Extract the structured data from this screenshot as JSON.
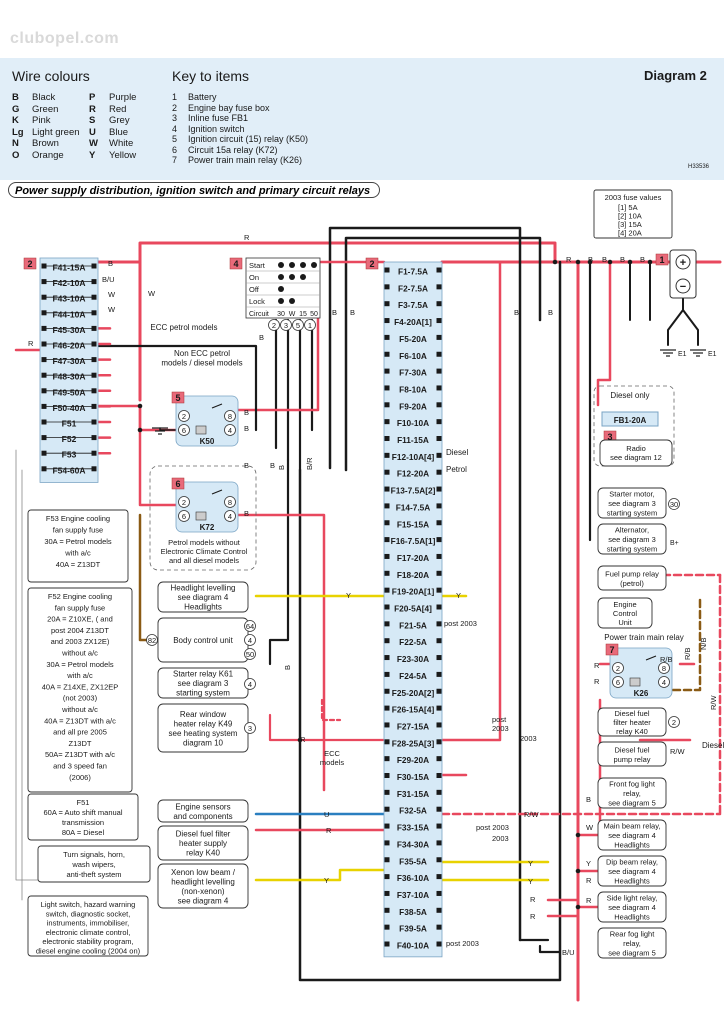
{
  "watermark": "clubopel.com",
  "diagram_number": "Diagram 2",
  "code": "H33536",
  "title": "Power supply distribution, ignition switch and primary circuit relays",
  "wire_colours": {
    "heading": "Wire colours",
    "items": [
      {
        "code": "B",
        "name": "Black"
      },
      {
        "code": "G",
        "name": "Green"
      },
      {
        "code": "K",
        "name": "Pink"
      },
      {
        "code": "Lg",
        "name": "Light green"
      },
      {
        "code": "N",
        "name": "Brown"
      },
      {
        "code": "O",
        "name": "Orange"
      },
      {
        "code": "P",
        "name": "Purple"
      },
      {
        "code": "R",
        "name": "Red"
      },
      {
        "code": "S",
        "name": "Grey"
      },
      {
        "code": "U",
        "name": "Blue"
      },
      {
        "code": "W",
        "name": "White"
      },
      {
        "code": "Y",
        "name": "Yellow"
      }
    ]
  },
  "key_to_items": {
    "heading": "Key to items",
    "items": [
      {
        "n": "1",
        "label": "Battery"
      },
      {
        "n": "2",
        "label": "Engine bay fuse box"
      },
      {
        "n": "3",
        "label": "Inline fuse FB1"
      },
      {
        "n": "4",
        "label": "Ignition switch"
      },
      {
        "n": "5",
        "label": "Ignition circuit (15) relay (K50)"
      },
      {
        "n": "6",
        "label": "Circuit 15a relay (K72)"
      },
      {
        "n": "7",
        "label": "Power train main relay (K26)"
      }
    ]
  },
  "fuse_values": {
    "title": "2003 fuse values",
    "values": [
      "[1] 5A",
      "[2] 10A",
      "[3] 15A",
      "[4] 20A"
    ]
  },
  "left_fuses": [
    "F41-15A",
    "F42-10A",
    "F43-10A",
    "F44-10A",
    "F45-30A",
    "F46-20A",
    "F47-30A",
    "F48-30A",
    "F49-50A",
    "F50-40A",
    "F51",
    "F52",
    "F53",
    "F54-60A"
  ],
  "right_fuses": [
    "F1-7.5A",
    "F2-7.5A",
    "F3-7.5A",
    "F4-20A[1]",
    "F5-20A",
    "F6-10A",
    "F7-30A",
    "F8-10A",
    "F9-20A",
    "F10-10A",
    "F11-15A",
    "F12-10A[4]",
    "F12-20A",
    "F13-7.5A[2]",
    "F14-7.5A",
    "F15-15A",
    "F16-7.5A[1]",
    "F17-20A",
    "F18-20A",
    "F19-20A[1]",
    "F20-5A[4]",
    "F21-5A",
    "F22-5A",
    "F23-30A",
    "F24-5A",
    "F25-20A[2]",
    "F26-15A[4]",
    "F27-15A",
    "F28-25A[3]",
    "F29-20A",
    "F30-15A",
    "F31-15A",
    "F32-5A",
    "F33-15A",
    "F34-30A",
    "F35-5A",
    "F36-10A",
    "F37-10A",
    "F38-5A",
    "F39-5A",
    "F40-10A"
  ],
  "ignition_switch": {
    "rows": [
      "Start",
      "On",
      "Off",
      "Lock"
    ],
    "circuit_label": "Circuit",
    "circuits": [
      "30",
      "W",
      "15",
      "50"
    ],
    "pins": [
      "2",
      "3",
      "5",
      "1"
    ]
  },
  "relays": {
    "k50": {
      "num": "5",
      "name": "K50",
      "pins": [
        "2",
        "8",
        "6",
        "4"
      ]
    },
    "k72": {
      "num": "6",
      "name": "K72",
      "pins": [
        "2",
        "8",
        "6",
        "4"
      ]
    },
    "k26": {
      "num": "7",
      "name": "K26",
      "pins": [
        "2",
        "8",
        "6",
        "4"
      ]
    }
  },
  "fb1": {
    "num": "3",
    "heading": "Diesel only",
    "name": "FB1-20A"
  },
  "labels": {
    "ecc_petrol": "ECC petrol models",
    "non_ecc": [
      "Non ECC petrol",
      "models / diesel models"
    ],
    "petrol_no_ecc": [
      "Petrol models without",
      "Electronic Climate Control",
      "and all diesel models"
    ],
    "ecc_models": [
      "ECC",
      "models"
    ],
    "diesel": "Diesel",
    "petrol": "Petrol",
    "post2003_a": "post 2003",
    "post2003_b": [
      "post",
      "2003"
    ],
    "y2003_a": "2003",
    "post2003_c": "post 2003",
    "y2003_b": "2003",
    "post2003_d": "post 2003",
    "diesel_right": "Diesel",
    "ptm_relay": "Power train main relay"
  },
  "wire_letters": {
    "R": "R",
    "B": "B",
    "BU": "B/U",
    "W": "W",
    "Y": "Y",
    "U": "U",
    "BR": "B/R",
    "RB": "R/B",
    "NB": "N/B",
    "RW": "R/W",
    "BPLUS": "B+"
  },
  "pin_numbers": {
    "p64": "64",
    "p4": "4",
    "p50": "50",
    "p82": "82",
    "p3": "3",
    "p2": "2",
    "p30": "30"
  },
  "left_notes": {
    "f53": [
      "F53 Engine cooling",
      "fan supply fuse",
      "30A = Petrol models",
      "with a/c",
      "40A = Z13DT"
    ],
    "f52": [
      "F52 Engine cooling",
      "fan supply fuse",
      "20A = Z10XE, ( and",
      "post 2004 Z13DT",
      "and 2003 ZX12E)",
      "without a/c",
      "30A = Petrol models",
      "with a/c",
      "40A = Z14XE, ZX12EP",
      "(not 2003)",
      "without a/c",
      "40A = Z13DT with a/c",
      "and all pre 2005",
      "Z13DT",
      "50A= Z13DT with a/c",
      "and 3 speed fan",
      "(2006)"
    ],
    "f51": [
      "F51",
      "60A = Auto shift manual",
      "transmission",
      "80A = Diesel"
    ],
    "turn": [
      "Turn signals, horn,",
      "wash wipers,",
      "anti-theft system"
    ],
    "light": [
      "Light switch, hazard warning",
      "switch, diagnostic socket,",
      "instruments, immobiliser,",
      "electronic climate control,",
      "electronic stability program,",
      "diesel engine cooling (2004 on)"
    ]
  },
  "mid_boxes": {
    "headlight": [
      "Headlight levelling",
      "see diagram 4",
      "Headlights"
    ],
    "bcu": [
      "Body control unit"
    ],
    "starter": [
      "Starter relay K61",
      "see diagram 3",
      "starting system"
    ],
    "rear_window": [
      "Rear window",
      "heater relay K49",
      "see heating system",
      "diagram 10"
    ],
    "engine_sensors": [
      "Engine sensors",
      "and components"
    ],
    "diesel_filter": [
      "Diesel fuel filter",
      "heater supply",
      "relay K40"
    ],
    "xenon": [
      "Xenon low beam /",
      "headlight levelling",
      "(non-xenon)",
      "see diagram 4"
    ]
  },
  "right_boxes": {
    "radio": [
      "Radio",
      "see diagram 12"
    ],
    "starter_motor": [
      "Starter motor,",
      "see diagram 3",
      "starting system"
    ],
    "alternator": [
      "Alternator,",
      "see diagram 3",
      "starting system"
    ],
    "fuel_pump_relay": [
      "Fuel pump relay",
      "(petrol)"
    ],
    "ecu": [
      "Engine",
      "Control",
      "Unit"
    ],
    "diesel_filter_relay": [
      "Diesel fuel",
      "filter heater",
      "relay K40"
    ],
    "diesel_pump": [
      "Diesel fuel",
      "pump relay"
    ],
    "front_fog": [
      "Front fog light",
      "relay,",
      "see diagram 5"
    ],
    "main_beam": [
      "Main beam relay,",
      "see diagram 4",
      "Headlights"
    ],
    "dip_beam": [
      "Dip beam relay,",
      "see diagram 4",
      "Headlights"
    ],
    "side_light": [
      "Side light relay,",
      "see diagram 4",
      "Headlights"
    ],
    "rear_fog": [
      "Rear fog light",
      "relay,",
      "see diagram 5"
    ]
  },
  "battery": {
    "num": "1",
    "plus": "+",
    "minus": "−"
  },
  "earth_labels": [
    "E1",
    "E1"
  ],
  "colors": {
    "red": "#e8485e",
    "black": "#1a1a1a",
    "yellow": "#e8d200",
    "blue": "#2a7fc0",
    "brown": "#8a5a14",
    "fuse_fill": "#d6e9f6",
    "label_red": "#e86a7a",
    "header_bg": "#e1eef8"
  }
}
